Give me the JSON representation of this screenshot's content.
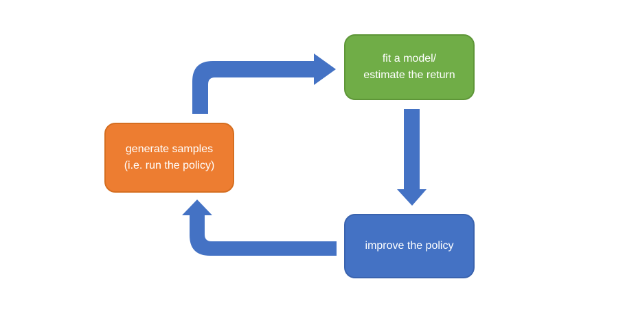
{
  "diagram": {
    "title": "policy-learning-loop",
    "background_color": "#ffffff",
    "text_color": "#ffffff",
    "nodes": [
      {
        "id": "fit-model",
        "lines": [
          "fit a model/",
          "estimate the return"
        ],
        "fill": "#70AD47",
        "border": "#5E9638"
      },
      {
        "id": "generate-samples",
        "lines": [
          "generate samples",
          "(i.e. run the policy)"
        ],
        "fill": "#ED7D31",
        "border": "#D56E20"
      },
      {
        "id": "improve-policy",
        "lines": [
          "improve the policy"
        ],
        "fill": "#4472C4",
        "border": "#3A63AE"
      }
    ],
    "arrows": [
      {
        "name": "generate-to-fit",
        "shape": "elbow-up-then-right",
        "color": "#4472C4"
      },
      {
        "name": "fit-to-improve",
        "shape": "straight-down",
        "color": "#4472C4"
      },
      {
        "name": "improve-to-generate",
        "shape": "elbow-left-then-up",
        "color": "#4472C4"
      }
    ]
  }
}
